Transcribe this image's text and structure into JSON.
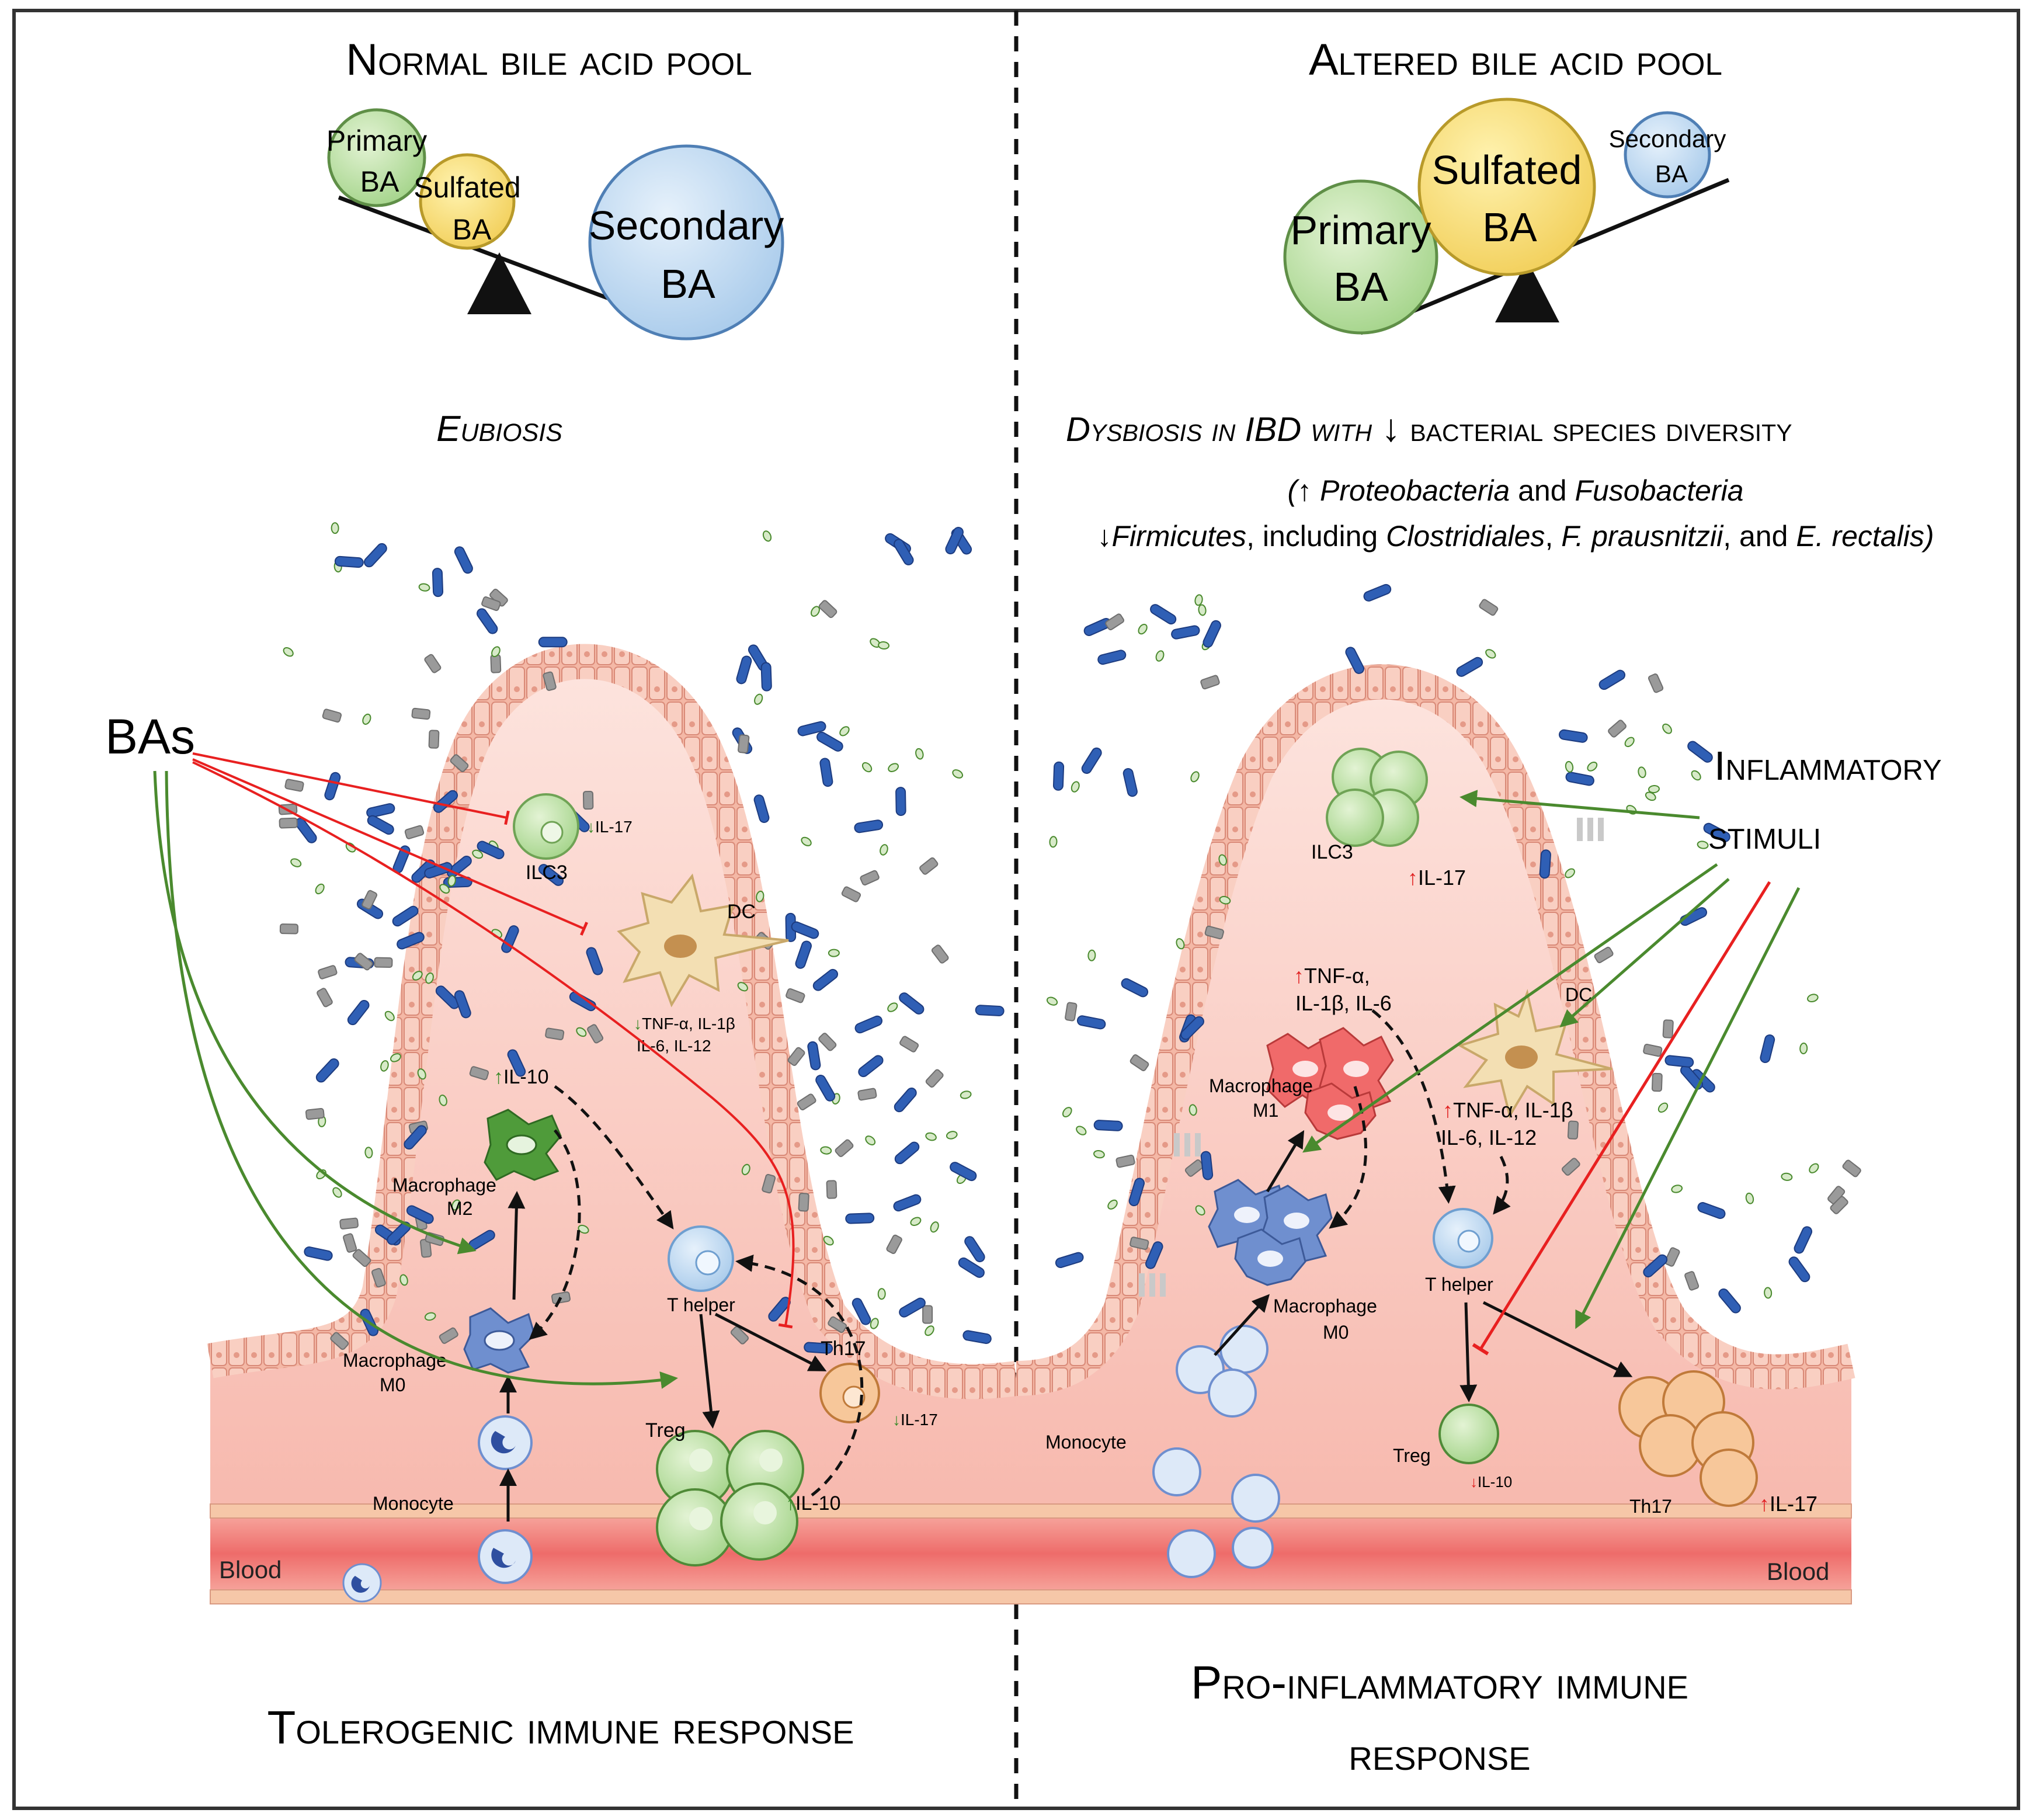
{
  "left": {
    "pool_title": "Normal bile acid pool",
    "circles": {
      "primary": [
        "Primary",
        "BA"
      ],
      "sulfated": [
        "Sulfated",
        "BA"
      ],
      "secondary": [
        "Secondary",
        "BA"
      ]
    },
    "state": "Eubiosis",
    "bas_label": "BAs",
    "cells": {
      "ilc3": "ILC3",
      "ilc3_note": "IL-17",
      "dc": "DC",
      "dc_note_1": "TNF-α, IL-1β",
      "dc_note_2": "IL-6, IL-12",
      "il10_top": "IL-10",
      "m2_1": "Macrophage",
      "m2_2": "M2",
      "m0_1": "Macrophage",
      "m0_2": "M0",
      "thelper": "T helper",
      "th17": "Th17",
      "th17_note": "IL-17",
      "treg": "Treg",
      "treg_note": "IL-10",
      "monocyte": "Monocyte",
      "blood": "Blood"
    },
    "response": "Tolerogenic immune response"
  },
  "right": {
    "pool_title": "Altered bile acid pool",
    "circles": {
      "primary": [
        "Primary",
        "BA"
      ],
      "sulfated": [
        "Sulfated",
        "BA"
      ],
      "secondary": [
        "Secondary",
        "BA"
      ]
    },
    "state_prefix": "Dysbiosis in IBD with",
    "state_suffix": "bacterial species diversity",
    "bacteria_line1": {
      "open": "(↑ ",
      "a": "Proteobacteria",
      "mid": " and ",
      "b": "Fusobacteria"
    },
    "bacteria_line2": {
      "open": "↓",
      "a": "Firmicutes",
      "mid1": ", including ",
      "b": "Clostridiales",
      "mid2": ", ",
      "c": "F. prausnitzii",
      "mid3": ", and ",
      "d": "E. rectalis",
      "close": ")"
    },
    "stimuli_1": "Inflammatory",
    "stimuli_2": "stimuli",
    "cells": {
      "ilc3": "ILC3",
      "ilc3_note": "IL-17",
      "m1_note_1": "TNF-α,",
      "m1_note_2": "IL-1β, IL-6",
      "m1_1": "Macrophage",
      "m1_2": "M1",
      "dc": "DC",
      "dc_note_1": "TNF-α, IL-1β",
      "dc_note_2": "IL-6, IL-12",
      "m0_1": "Macrophage",
      "m0_2": "M0",
      "thelper": "T helper",
      "monocyte": "Monocyte",
      "treg": "Treg",
      "treg_note": "IL-10",
      "th17": "Th17",
      "th17_note": "IL-17",
      "blood": "Blood"
    },
    "response_1": "Pro-inflammatory immune",
    "response_2": "response"
  },
  "colors": {
    "up": "#e02020",
    "down_left": "#3a8a2a",
    "green_arrow": "#4a8a2e",
    "red_arrow": "#e82020"
  }
}
